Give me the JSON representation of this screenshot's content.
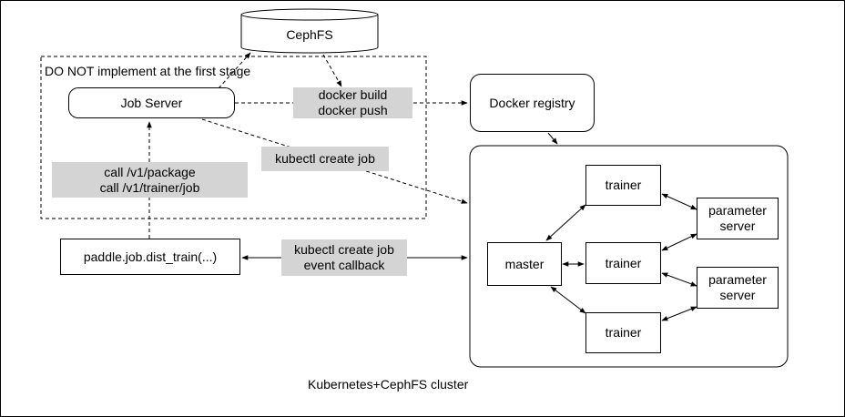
{
  "nodes": {
    "cephfs": "CephFS",
    "job_server": "Job Server",
    "docker_registry": "Docker registry",
    "dist_train": "paddle.job.dist_train(...)",
    "master": "master",
    "trainer_1": "trainer",
    "trainer_2": "trainer",
    "trainer_3": "trainer",
    "pserver_1": [
      "parameter",
      "server"
    ],
    "pserver_2": [
      "parameter",
      "server"
    ]
  },
  "edge_labels": {
    "docker": [
      "docker build",
      "docker push"
    ],
    "kubectl_create": "kubectl create job",
    "api_calls": [
      "call /v1/package",
      "call /v1/trainer/job"
    ],
    "kubectl_event": [
      "kubectl create job",
      "event callback"
    ]
  },
  "regions": {
    "first_stage_note": "DO NOT implement at the first stage",
    "cluster_caption": "Kubernetes+CephFS cluster"
  }
}
